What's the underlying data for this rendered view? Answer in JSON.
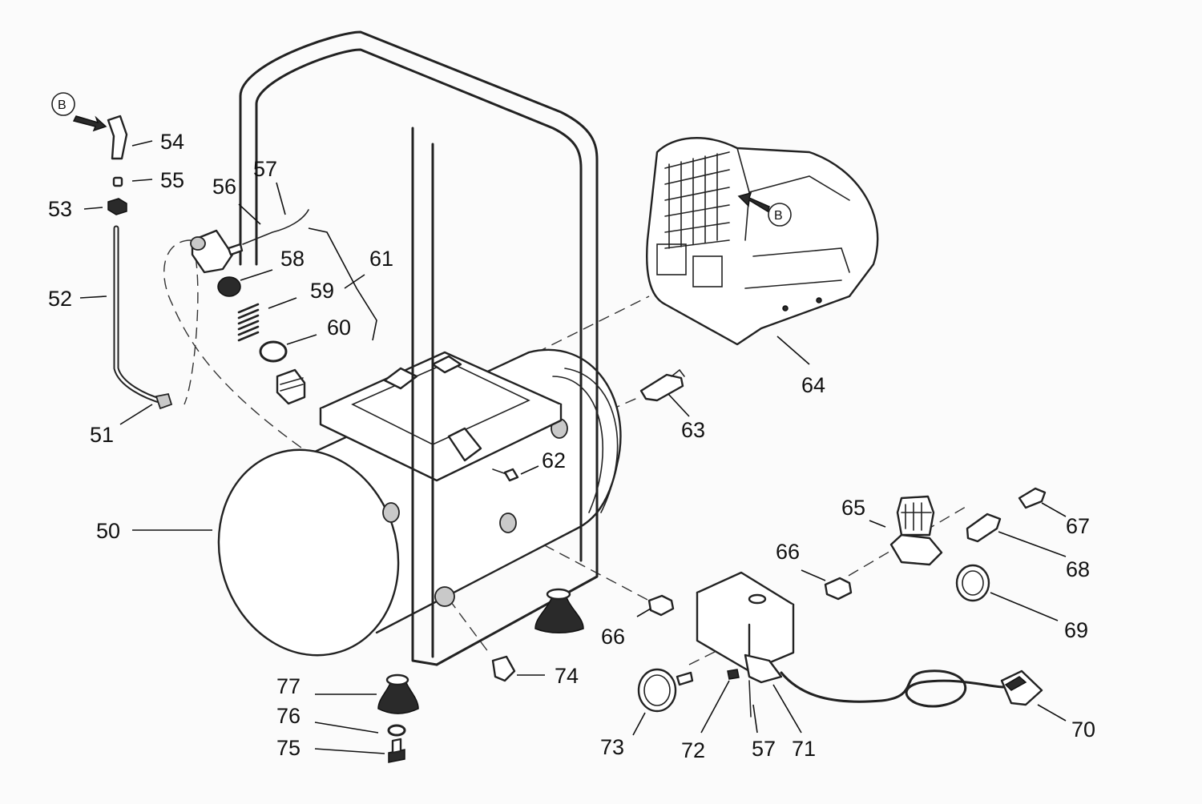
{
  "diagram": {
    "ref_marker": "B",
    "part_numbers": {
      "p50": "50",
      "p51": "51",
      "p52": "52",
      "p53": "53",
      "p54": "54",
      "p55": "55",
      "p56": "56",
      "p57a": "57",
      "p57b": "57",
      "p58": "58",
      "p59": "59",
      "p60": "60",
      "p61": "61",
      "p62": "62",
      "p63": "63",
      "p64": "64",
      "p65": "65",
      "p66a": "66",
      "p66b": "66",
      "p67": "67",
      "p68": "68",
      "p69": "69",
      "p70": "70",
      "p71": "71",
      "p72": "72",
      "p73": "73",
      "p74": "74",
      "p75": "75",
      "p76": "76",
      "p77": "77"
    }
  }
}
